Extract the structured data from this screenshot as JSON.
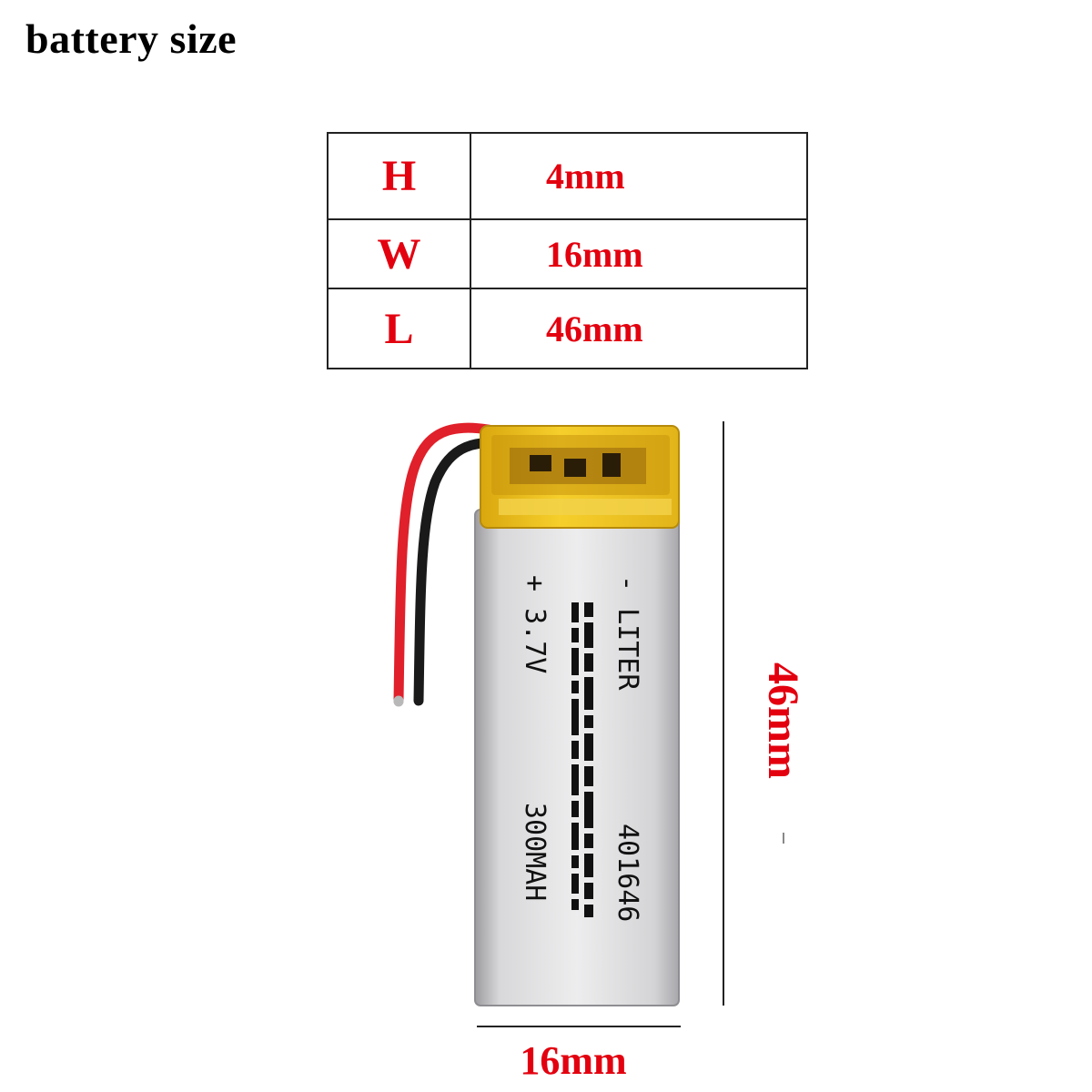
{
  "title": "battery size",
  "dimensions_table": {
    "rows": [
      {
        "key": "H",
        "value": "4mm"
      },
      {
        "key": "W",
        "value": "16mm"
      },
      {
        "key": "L",
        "value": "46mm"
      }
    ]
  },
  "battery": {
    "label_line1": "- LITER",
    "label_line2": "+ 3.7V",
    "model": "401646",
    "capacity": "300MAH"
  },
  "dimension_labels": {
    "length": "46mm",
    "width": "16mm"
  },
  "colors": {
    "accent_red": "#e3000f",
    "text_black": "#000000",
    "battery_body": "#d4d4d6",
    "insulation_yellow": "#f2c21a"
  }
}
